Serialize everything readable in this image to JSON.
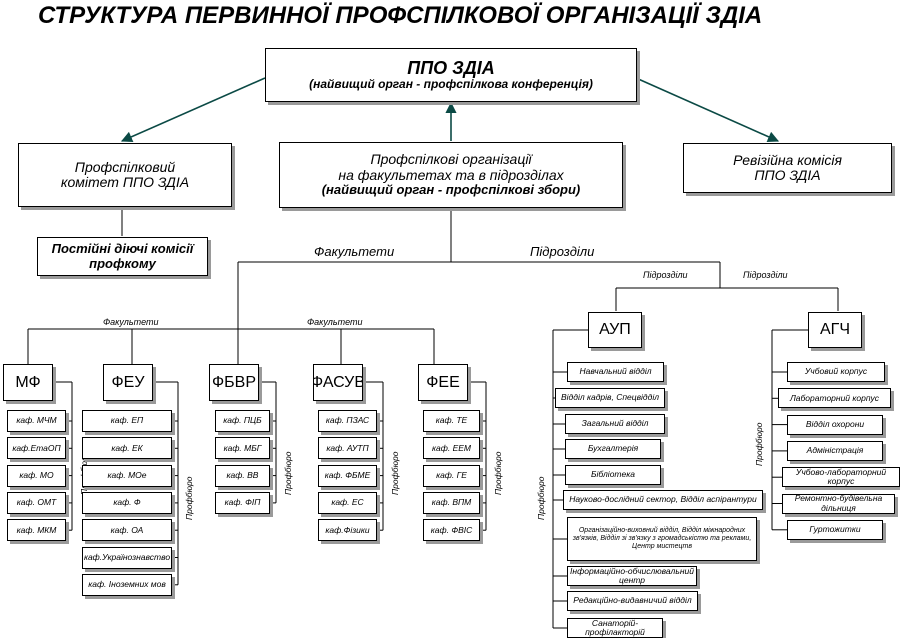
{
  "title": "СТРУКТУРА ПЕРВИННОЇ ПРОФСПІЛКОВОЇ ОРГАНІЗАЦІЇ ЗДІА",
  "top": {
    "name": "ППО ЗДІА",
    "note": "(найвищий орган - профспілкова конференція)"
  },
  "committee": {
    "line1": "Профспілковий",
    "line2": "комітет ППО ЗДІА"
  },
  "commissions": {
    "line1": "Постійні діючі комісії",
    "line2": "профкому"
  },
  "orgs": {
    "line1": "Профспілкові організації",
    "line2": "на факультетах та в підрозділах",
    "line3": "(найвищий орган - профспілкові збори)"
  },
  "audit": {
    "line1": "Ревізійна комісія",
    "line2": "ППО ЗДІА"
  },
  "labels": {
    "faculties": "Факультети",
    "units": "Підрозділи",
    "bureaus": "Профбюро"
  },
  "faculties": [
    {
      "name": "МФ",
      "depts": [
        "каф. МЧМ",
        "каф.ЕтаОП",
        "каф. МО",
        "каф. ОМТ",
        "каф. МКМ"
      ]
    },
    {
      "name": "ФЕУ",
      "depts": [
        "каф. ЕП",
        "каф. ЕК",
        "каф. МОе",
        "каф. Ф",
        "каф. ОА",
        "каф.Українознавство",
        "каф. Іноземних мов"
      ]
    },
    {
      "name": "ФБВР",
      "depts": [
        "каф. ПЦБ",
        "каф. МБГ",
        "каф. ВВ",
        "каф. ФІП"
      ]
    },
    {
      "name": "ФАСУВ",
      "depts": [
        "каф. ПЗАС",
        "каф. АУТП",
        "каф. ФБМЕ",
        "каф. ЕС",
        "каф.Фізики"
      ]
    },
    {
      "name": "ФЕЕ",
      "depts": [
        "каф. ТЕ",
        "каф. ЕЕМ",
        "каф. ГЕ",
        "каф. ВПМ",
        "каф. ФВІС"
      ]
    }
  ],
  "aup": {
    "name": "АУП",
    "units": [
      "Навчальний відділ",
      "Відділ кадрів, Спецвідділ",
      "Загальний відділ",
      "Бухгалтерія",
      "Бібліотека",
      "Науково-дослідний сектор, Відділ аспірантури",
      "Організаційно-виховний відділ, Відділ міжнародних зв'язків, Відділ зі зв'язку з громадськістю та реклами, Центр мистецтв",
      "Інформаційно-обчислювальний центр",
      "Редакційно-видавничий відділ",
      "Санаторій-профілакторій"
    ]
  },
  "agch": {
    "name": "АГЧ",
    "units": [
      "Учбовий корпус",
      "Лабораторний корпус",
      "Відділ охорони",
      "Адміністрація",
      "Учбово-лабораторний корпус",
      "Ремонтно-будівельна дільниця",
      "Гуртожитки"
    ]
  },
  "colors": {
    "line": "#000000",
    "arrow": "#0b4a45",
    "shadow": "#9a9a9a"
  }
}
